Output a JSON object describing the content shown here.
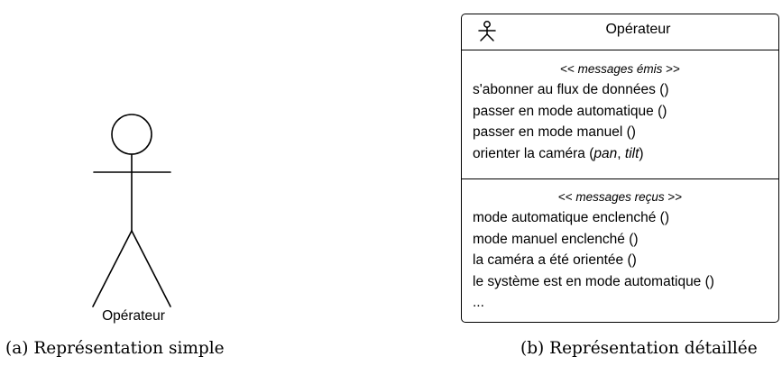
{
  "simple_representation": {
    "actor_name": "Opérateur",
    "caption": "(a) Représentation simple"
  },
  "detailed_representation": {
    "title": "Opérateur",
    "sent_section": {
      "stereotype_open": "<< ",
      "stereotype_keyword": "messages émis",
      "stereotype_close": " >>",
      "messages": [
        "s'abonner au flux de données ()",
        "passer en mode automatique ()",
        "passer en mode manuel ()"
      ],
      "last_message": {
        "prefix": "orienter la caméra (",
        "param1": "pan",
        "separator": ", ",
        "param2": "tilt",
        "suffix": ")"
      }
    },
    "received_section": {
      "stereotype_open": "<< ",
      "stereotype_keyword": "messages reçus",
      "stereotype_close": " >>",
      "messages": [
        "mode automatique enclenché ()",
        "mode manuel enclenché ()",
        "la caméra a été orientée ()",
        "le système est en mode automatique ()",
        "..."
      ]
    },
    "caption": "(b) Représentation détaillée"
  }
}
